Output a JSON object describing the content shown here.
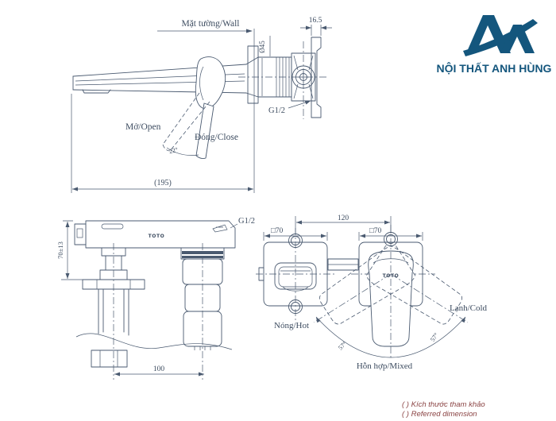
{
  "brand": {
    "name": "NỘI THẤT ANH HÙNG",
    "color": "#14567d"
  },
  "colors": {
    "drawing_line": "#4a5a70",
    "note_red": "#8a4343"
  },
  "side_view": {
    "wall_label": "Mặt tường/Wall",
    "plate_thickness": "16.5",
    "spout_diameter": "Ø45",
    "thread": "G1/2",
    "open_label": "Mở/Open",
    "close_label": "Đóng/Close",
    "lever_angle": "22°",
    "overall_length": "(195)"
  },
  "top_view": {
    "thread": "G1/2",
    "brand_mark": "TOTO",
    "wall_depth": "70±13",
    "spacing": "100"
  },
  "front_view": {
    "center_distance": "120",
    "left_plate_size": "□70",
    "right_plate_size": "□70",
    "brand_mark": "TOTO",
    "hot_label": "Nóng/Hot",
    "cold_label": "Lạnh/Cold",
    "mixed_label": "Hỗn hợp/Mixed",
    "swing_left": "57°",
    "swing_right": "57°"
  },
  "footnote": {
    "line1": "( ) Kích thước tham khảo",
    "line2": "( ) Referred dimension"
  }
}
